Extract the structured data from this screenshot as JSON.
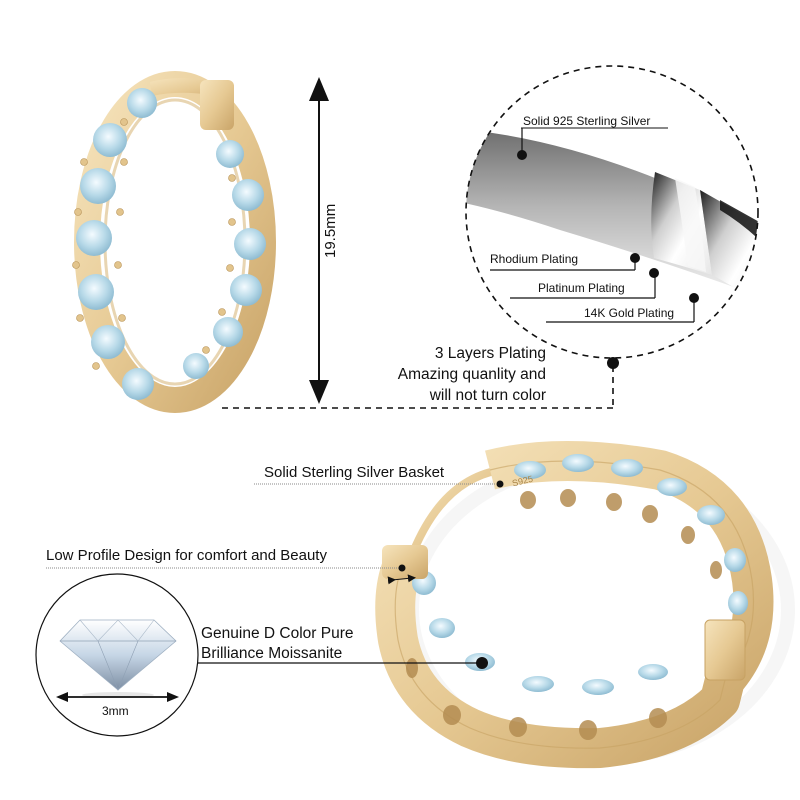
{
  "top_left": {
    "product": "gold-hoop-earring-side-view",
    "dimension_label": "19.5mm"
  },
  "plating_detail": {
    "layers": [
      {
        "label": "Solid 925 Sterling Silver"
      },
      {
        "label": "Rhodium Plating"
      },
      {
        "label": "Platinum Plating"
      },
      {
        "label": "14K Gold Plating"
      }
    ],
    "summary_lines": [
      "3 Layers Plating",
      "Amazing quanlity and",
      "will not turn color"
    ]
  },
  "bottom": {
    "callouts": [
      {
        "label": "Solid Sterling Silver Basket"
      },
      {
        "label": "Low Profile Design for comfort and Beauty"
      }
    ],
    "stone": {
      "lines": [
        "Genuine D Color Pure",
        "Brilliance Moissanite"
      ],
      "size_label": "3mm"
    },
    "stamp": "S925"
  },
  "colors": {
    "gold": "#e8cf9c",
    "gold_dark": "#c9a66a",
    "stone": "#bcdbe8",
    "line": "#111111"
  }
}
